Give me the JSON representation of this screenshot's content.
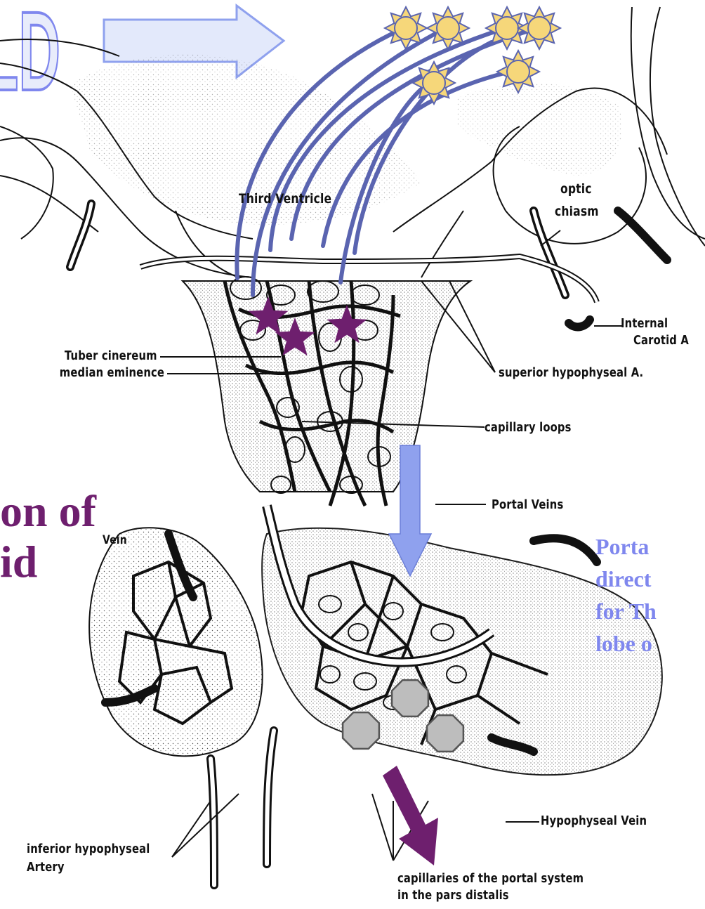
{
  "slide": {
    "title_fragment": "LD",
    "left_text": [
      "on of",
      "id"
    ],
    "right_text": [
      "Porta",
      "direct",
      "for Th",
      "lobe o"
    ]
  },
  "labels": {
    "third_ventricle": "Third Ventricle",
    "optic_chiasm": [
      "optic",
      "chiasm"
    ],
    "internal_carotid": [
      "Internal",
      "Carotid A"
    ],
    "tuber_cinereum": "Tuber cinereum",
    "median_eminence": "median eminence",
    "superior_hypophyseal": "superior hypophyseal A.",
    "capillary_loops": "capillary loops",
    "portal_veins": "Portal Veins",
    "vein": "Vein",
    "hypophyseal_vein": "Hypophyseal Vein",
    "inferior_hypophyseal": [
      "inferior hypophyseal",
      "Artery"
    ],
    "capillaries_portal": [
      "capillaries of the portal system",
      "in the pars distalis"
    ]
  },
  "colors": {
    "outline": "#111111",
    "neuron_stroke": "#5a64b0",
    "neuron_body": "#f6d77a",
    "star": "#6e1f6e",
    "octagon": "#bdbdbd",
    "flow_arrow": "#8fa1ee",
    "output_arrow": "#6e1f6e",
    "big_arrow": "#e3e9fb",
    "left_text": "#6e1f6e",
    "right_text": "#7f87ee"
  },
  "icons": [
    "sun-neuron-icon",
    "star-icon",
    "octagon-cell-icon",
    "right-arrow-icon",
    "down-arrow-icon"
  ]
}
